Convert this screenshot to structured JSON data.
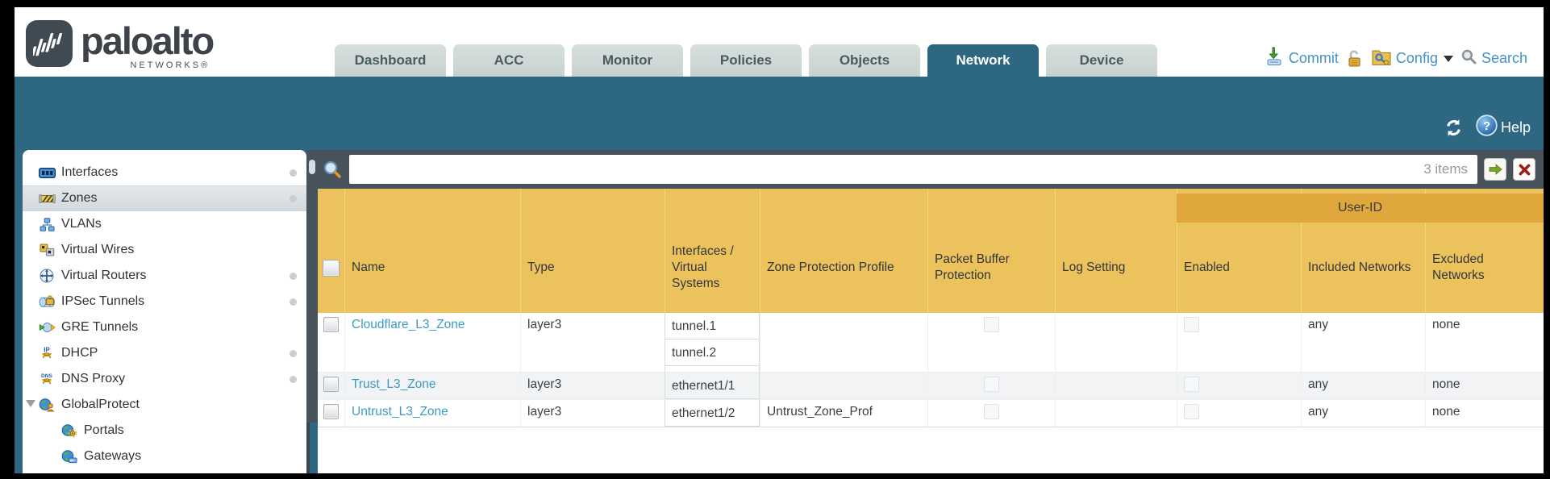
{
  "brand": {
    "wordmark": "paloalto",
    "subtitle": "NETWORKS®"
  },
  "tabs": {
    "items": [
      "Dashboard",
      "ACC",
      "Monitor",
      "Policies",
      "Objects",
      "Network",
      "Device"
    ],
    "active": "Network"
  },
  "header_actions": {
    "commit_label": "Commit",
    "config_label": "Config",
    "search_label": "Search"
  },
  "banner": {
    "help_label": "Help"
  },
  "sidebar": {
    "items": [
      {
        "label": "Interfaces",
        "icon": "interfaces",
        "dot": true,
        "selected": false,
        "indent": false,
        "expandable": false
      },
      {
        "label": "Zones",
        "icon": "zones",
        "dot": true,
        "selected": true,
        "indent": false,
        "expandable": false
      },
      {
        "label": "VLANs",
        "icon": "vlans",
        "dot": false,
        "selected": false,
        "indent": false,
        "expandable": false
      },
      {
        "label": "Virtual Wires",
        "icon": "virtual-wires",
        "dot": false,
        "selected": false,
        "indent": false,
        "expandable": false
      },
      {
        "label": "Virtual Routers",
        "icon": "virtual-routers",
        "dot": true,
        "selected": false,
        "indent": false,
        "expandable": false
      },
      {
        "label": "IPSec Tunnels",
        "icon": "ipsec-tunnels",
        "dot": true,
        "selected": false,
        "indent": false,
        "expandable": false
      },
      {
        "label": "GRE Tunnels",
        "icon": "gre-tunnels",
        "dot": false,
        "selected": false,
        "indent": false,
        "expandable": false
      },
      {
        "label": "DHCP",
        "icon": "dhcp",
        "dot": true,
        "selected": false,
        "indent": false,
        "expandable": false
      },
      {
        "label": "DNS Proxy",
        "icon": "dns-proxy",
        "dot": true,
        "selected": false,
        "indent": false,
        "expandable": false
      },
      {
        "label": "GlobalProtect",
        "icon": "globalprotect",
        "dot": false,
        "selected": false,
        "indent": false,
        "expandable": true
      },
      {
        "label": "Portals",
        "icon": "portals",
        "dot": false,
        "selected": false,
        "indent": true,
        "expandable": false
      },
      {
        "label": "Gateways",
        "icon": "gateways",
        "dot": false,
        "selected": false,
        "indent": true,
        "expandable": false
      }
    ]
  },
  "filter": {
    "search_value": "",
    "items_count": "3 items"
  },
  "table": {
    "group_header": "User-ID",
    "columns": [
      "Name",
      "Type",
      "Interfaces / Virtual Systems",
      "Zone Protection Profile",
      "Packet Buffer Protection",
      "Log Setting",
      "Enabled",
      "Included Networks",
      "Excluded Networks"
    ],
    "rows": [
      {
        "name": "Cloudflare_L3_Zone",
        "type": "layer3",
        "interfaces": [
          "tunnel.1",
          "tunnel.2"
        ],
        "zone_protection_profile": "",
        "packet_buffer_protection": false,
        "log_setting": "",
        "enabled": false,
        "included_networks": "any",
        "excluded_networks": "none"
      },
      {
        "name": "Trust_L3_Zone",
        "type": "layer3",
        "interfaces": [
          "ethernet1/1"
        ],
        "zone_protection_profile": "",
        "packet_buffer_protection": false,
        "log_setting": "",
        "enabled": false,
        "included_networks": "any",
        "excluded_networks": "none"
      },
      {
        "name": "Untrust_L3_Zone",
        "type": "layer3",
        "interfaces": [
          "ethernet1/2"
        ],
        "zone_protection_profile": "Untrust_Zone_Prof",
        "packet_buffer_protection": false,
        "log_setting": "",
        "enabled": false,
        "included_networks": "any",
        "excluded_networks": "none"
      }
    ]
  },
  "colors": {
    "teal_banner": "#2e6781",
    "slate_bar": "#47525b",
    "header_amber": "#ecc25c",
    "user_id_band": "#dfa73c",
    "zone_link_blue": "#3d9bc2",
    "action_blue": "#4592c6",
    "tab_inactive": "#ccd6d4",
    "row_alt": "#f1f3f5"
  }
}
